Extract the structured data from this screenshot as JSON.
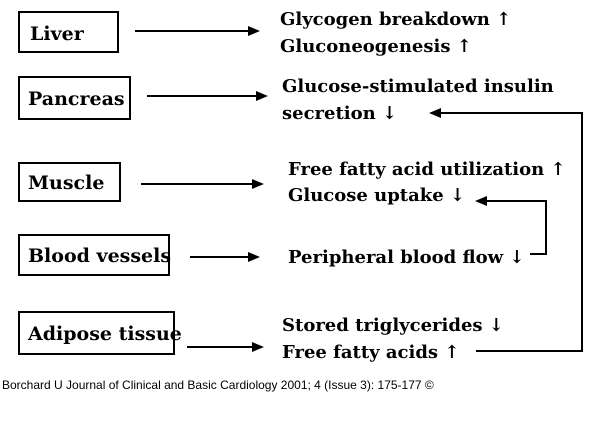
{
  "organs": [
    {
      "label": "Liver"
    },
    {
      "label": "Pancreas"
    },
    {
      "label": "Muscle"
    },
    {
      "label": "Blood vessels"
    },
    {
      "label": "Adipose tissue"
    }
  ],
  "effects": {
    "liver": [
      "Glycogen breakdown ↑",
      "Gluconeogenesis ↑"
    ],
    "pancreas": [
      "Glucose-stimulated insulin",
      "secretion ↓"
    ],
    "muscle": [
      "Free fatty acid utilization ↑",
      "Glucose uptake ↓"
    ],
    "blood_vessels": [
      "Peripheral blood flow ↓"
    ],
    "adipose": [
      "Stored triglycerides ↓",
      "Free fatty acids ↑"
    ]
  },
  "citation": "Borchard U Journal of Clinical and Basic Cardiology 2001; 4 (Issue 3): 175-177 ©"
}
